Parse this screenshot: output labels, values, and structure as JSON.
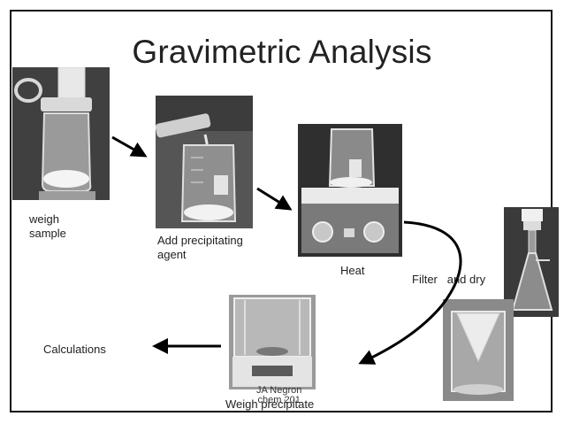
{
  "title": "Gravimetric Analysis",
  "steps": {
    "weigh_sample": [
      "weigh",
      "sample"
    ],
    "add_agent": [
      "Add precipitating",
      "agent"
    ],
    "heat": "Heat",
    "filter_dry": "Filter   and dry",
    "weigh_precipitate": "Weigh precipitate",
    "calculations": "Calculations"
  },
  "credit": [
    "JA Negron",
    "chem 201"
  ]
}
